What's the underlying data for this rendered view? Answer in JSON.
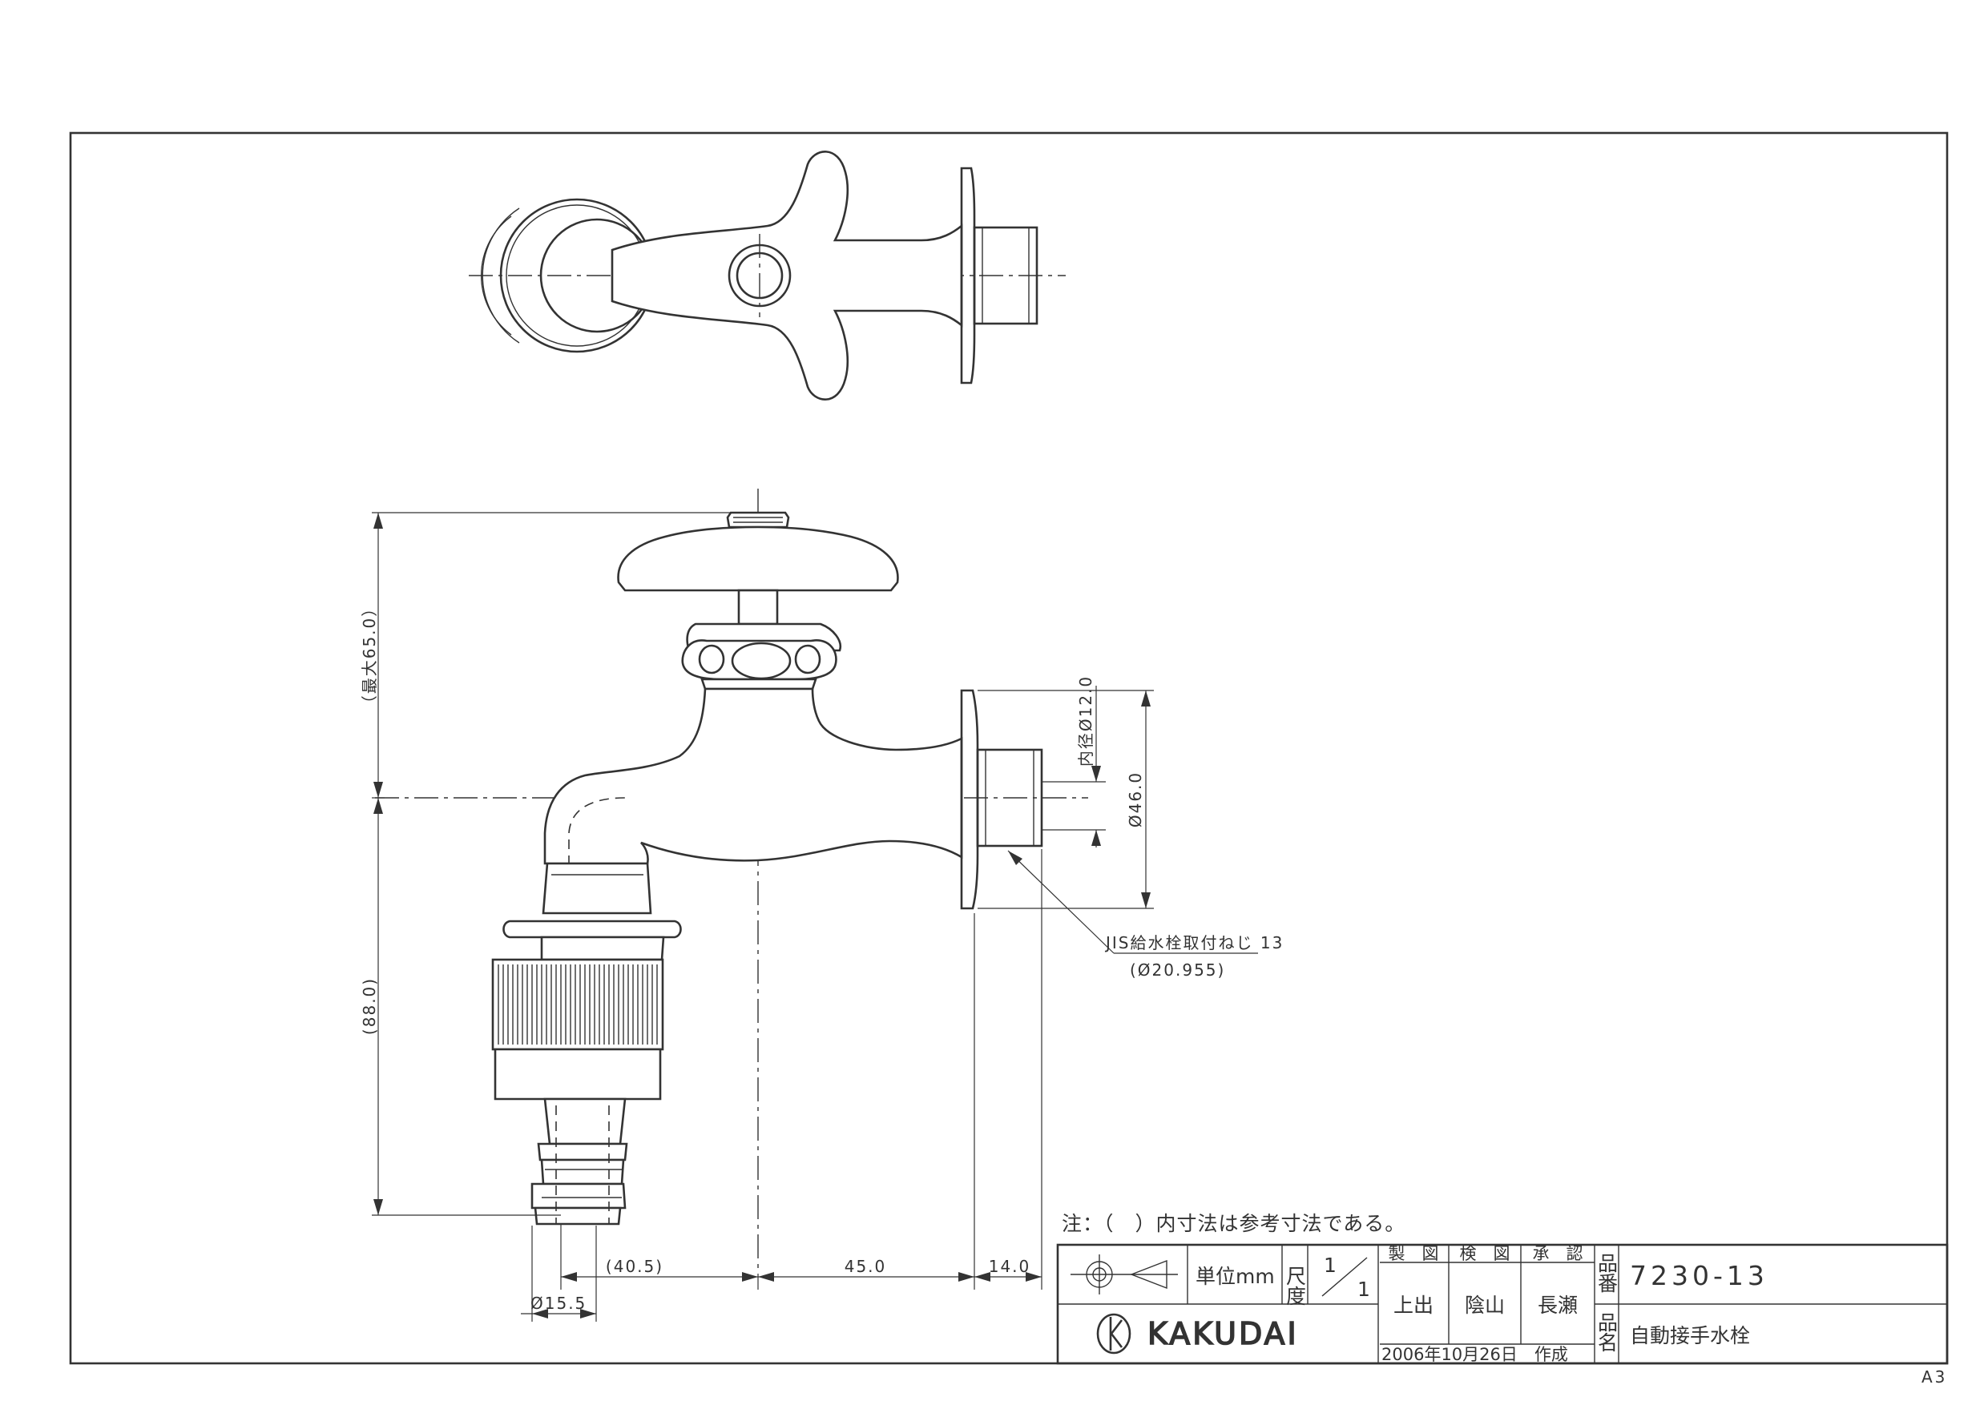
{
  "note": "注：（　）内寸法は参考寸法である。",
  "paper_size": "A3",
  "dimensions": {
    "max_height": "（最大65.0）",
    "height_lower": "(88.0)",
    "inner_bore": "内径Ø12.0",
    "flange_dia": "Ø46.0",
    "thread_spec": "JIS給水栓取付ねじ 13",
    "thread_dia": "(Ø20.955)",
    "left_offset": "(40.5)",
    "center_span": "45.0",
    "flange_thickness": "14.0",
    "nozzle_dia": "Ø15.5"
  },
  "title_block": {
    "unit_label": "単位mm",
    "scale_label": "尺度",
    "scale_num": "1",
    "scale_den": "1",
    "role_made": "製　図",
    "role_checked": "検　図",
    "role_approved": "承　認",
    "name_made": "上出",
    "name_checked": "陰山",
    "name_approved": "長瀬",
    "date": "2006年10月26日　作成",
    "brand": "KAKUDAI",
    "part_no_label": "品番",
    "part_no": "7230-13",
    "part_name_label": "品名",
    "part_name": "自動接手水栓"
  }
}
